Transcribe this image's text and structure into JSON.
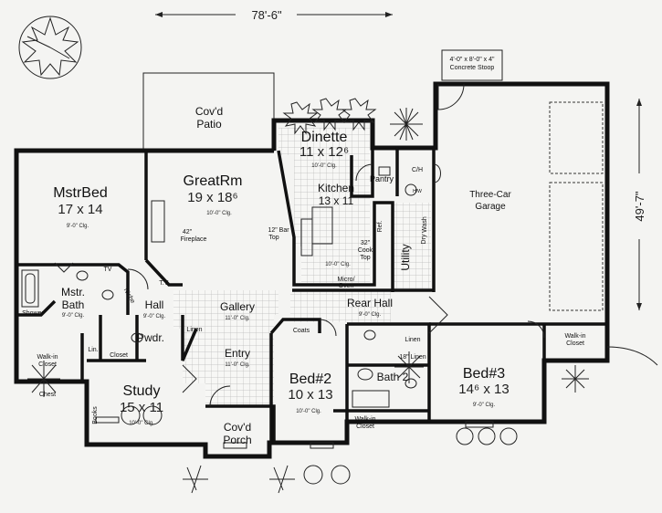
{
  "dimensions": {
    "width": "78'-6\"",
    "depth": "49'-7\""
  },
  "rooms": {
    "patio": {
      "name": "Cov'd",
      "name2": "Patio"
    },
    "dinette": {
      "name": "Dinette",
      "size": "11 x 12⁶",
      "ceiling": "10'-0\" Clg."
    },
    "kitchen": {
      "name": "Kitchen",
      "size": "13 x 11",
      "ceiling": "10'-0\" Clg."
    },
    "greatrm": {
      "name": "GreatRm",
      "size": "19 x 18⁶",
      "ceiling": "10'-0\" Clg."
    },
    "mstrbed": {
      "name": "MstrBed",
      "size": "17 x 14",
      "ceiling": "9'-0\" Clg."
    },
    "mstrbath": {
      "name": "Mstr.",
      "name2": "Bath",
      "ceiling": "9'-0\" Clg."
    },
    "hall": {
      "name": "Hall",
      "ceiling": "9'-0\" Clg."
    },
    "gallery": {
      "name": "Gallery",
      "ceiling": "11'-0\" Clg."
    },
    "pwdr": {
      "name": "Pwdr."
    },
    "entry": {
      "name": "Entry",
      "ceiling": "11'-0\" Clg."
    },
    "study": {
      "name": "Study",
      "size": "15 x 11",
      "ceiling": "10'-0\" Clg."
    },
    "porch": {
      "name": "Cov'd",
      "name2": "Porch"
    },
    "bed2": {
      "name": "Bed#2",
      "size": "10 x 13",
      "ceiling": "10'-0\" Clg."
    },
    "bath2": {
      "name": "Bath 2"
    },
    "bed3": {
      "name": "Bed#3",
      "size": "14⁶ x 13",
      "ceiling": "9'-0\" Clg."
    },
    "rearhall": {
      "name": "Rear Hall",
      "ceiling": "9'-0\" Clg."
    },
    "utility": {
      "name": "Utility"
    },
    "pantry": {
      "name": "Pantry"
    },
    "garage": {
      "name": "Three-Car",
      "name2": "Garage"
    }
  },
  "labels": {
    "stoop1": "4'-0\" x 8'-0\" x 4\"",
    "stoop2": "Concrete Stoop",
    "fireplace1": "42\"",
    "fireplace2": "Fireplace",
    "bartop1": "12\" Bar",
    "bartop2": "Top",
    "tv": "T.V.",
    "tv_bath": "TV",
    "niche": "Niche",
    "shower": "Shower",
    "walkin_m1": "Walk-in",
    "walkin_m2": "Closet",
    "chest": "Chest",
    "lin": "Lin.",
    "closet": "Closet",
    "linen": "Linen",
    "books": "Books",
    "coats": "Coats",
    "linen2": "Linen",
    "linen18": "18\" Linen",
    "walkin_b2a": "Walk-in",
    "walkin_b2b": "Closet",
    "walkin_b3a": "Walk-in",
    "walkin_b3b": "Closet",
    "ref": "Ref.",
    "cooktop1": "32\"",
    "cooktop2": "Cook",
    "cooktop3": "Top",
    "micro1": "Micro/",
    "micro2": "Oven",
    "ch": "C/H",
    "hw": "H/W",
    "wash": "Wash",
    "dry": "Dry"
  }
}
